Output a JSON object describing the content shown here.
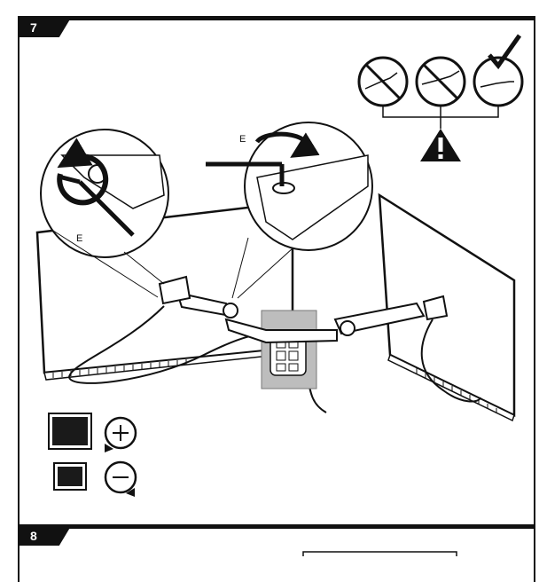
{
  "steps": [
    {
      "number": "7"
    },
    {
      "number": "8"
    }
  ],
  "callouts": {
    "tool_label_left": "E",
    "tool_label_top": "E"
  },
  "icons": {
    "warning": "warning-triangle-icon",
    "check": "checkmark-icon",
    "prohibited": "prohibited-icon",
    "rotate_plus": "rotate-clockwise-plus-icon",
    "rotate_minus": "rotate-counterclockwise-minus-icon",
    "hex_key": "hex-key-icon"
  },
  "colors": {
    "ink": "#111111",
    "panel_gray": "#bdbdbd",
    "monitor_dark": "#1a1a1a"
  }
}
